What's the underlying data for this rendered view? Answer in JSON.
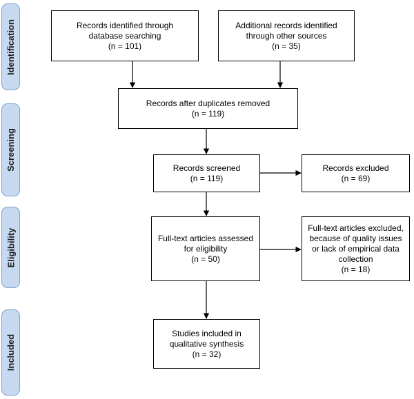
{
  "stages": [
    {
      "id": "identification",
      "label": "Identification"
    },
    {
      "id": "screening",
      "label": "Screening"
    },
    {
      "id": "eligibility",
      "label": "Eligibility"
    },
    {
      "id": "included",
      "label": "Included"
    }
  ],
  "boxes": {
    "db_search": {
      "lines": [
        "Records identified through",
        "database searching",
        "(n = 101)"
      ]
    },
    "other_sources": {
      "lines": [
        "Additional records identified",
        "through other sources",
        "(n = 35)"
      ]
    },
    "duplicates_removed": {
      "lines": [
        "Records after duplicates removed",
        "(n = 119)"
      ]
    },
    "screened": {
      "lines": [
        "Records screened",
        "(n = 119)"
      ]
    },
    "excluded": {
      "lines": [
        "Records excluded",
        "(n = 69)"
      ]
    },
    "fulltext_assessed": {
      "lines": [
        "Full-text articles assessed",
        "for eligibility",
        "(n = 50)"
      ]
    },
    "fulltext_excluded": {
      "lines": [
        "Full-text articles excluded,",
        "because of quality issues",
        "or lack of empirical data",
        "collection",
        "(n = 18)"
      ]
    },
    "included": {
      "lines": [
        "Studies included in",
        "qualitative synthesis",
        "(n = 32)"
      ]
    }
  }
}
